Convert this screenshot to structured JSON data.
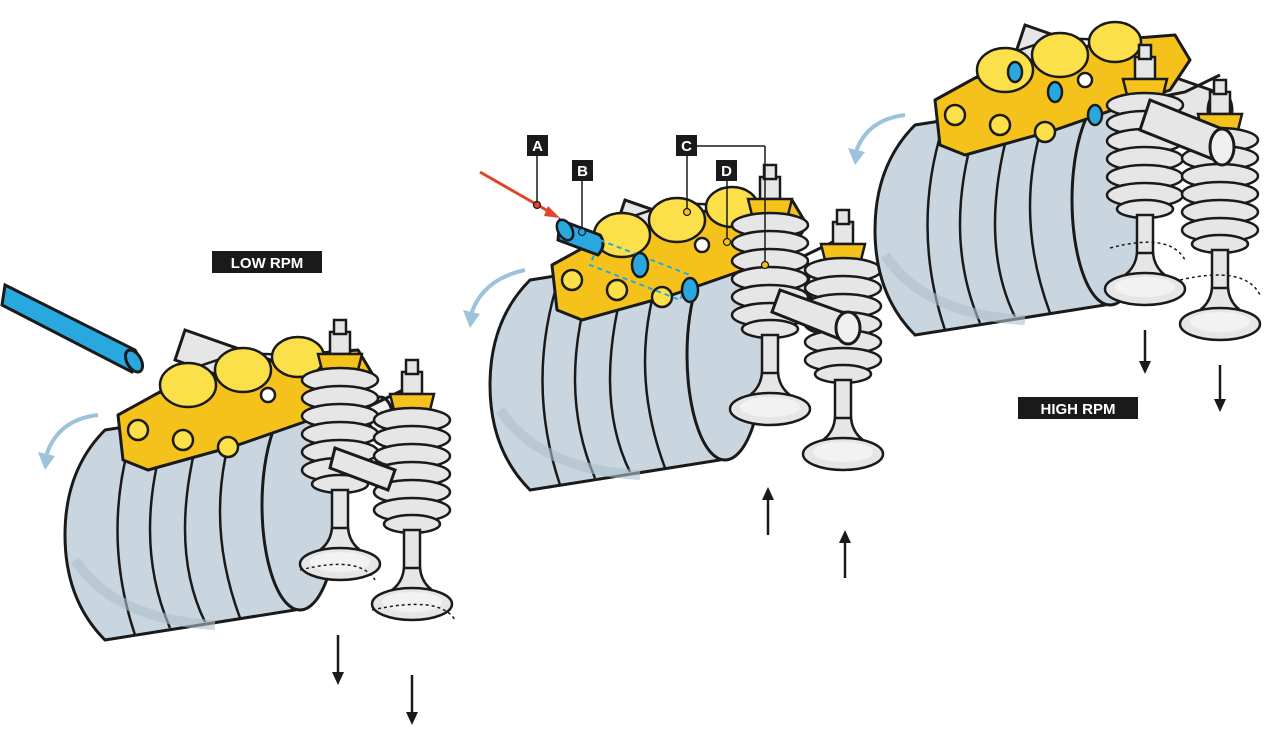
{
  "labels": {
    "low_rpm": "LOW RPM",
    "high_rpm": "HIGH RPM",
    "callout_a": "A",
    "callout_b": "B",
    "callout_c": "C",
    "callout_d": "D"
  },
  "colors": {
    "rocker_yellow": "#F5C21B",
    "rocker_yellow_light": "#FBE04A",
    "rocker_shadow": "#D9A40E",
    "pin_blue": "#29A8E0",
    "cam_gray": "#C9D6E0",
    "cam_shadow": "#AFC0CC",
    "valve_gray": "#E6E6E6",
    "outline": "#1A1A1A",
    "callout_red": "#E0452B",
    "label_bg": "#1A1A1A",
    "label_fg": "#FFFFFF",
    "rotation_arrow": "#9CC3DB"
  },
  "icons": {
    "rotation": "curved-arrow-icon",
    "valve_motion": "straight-arrow-icon"
  }
}
